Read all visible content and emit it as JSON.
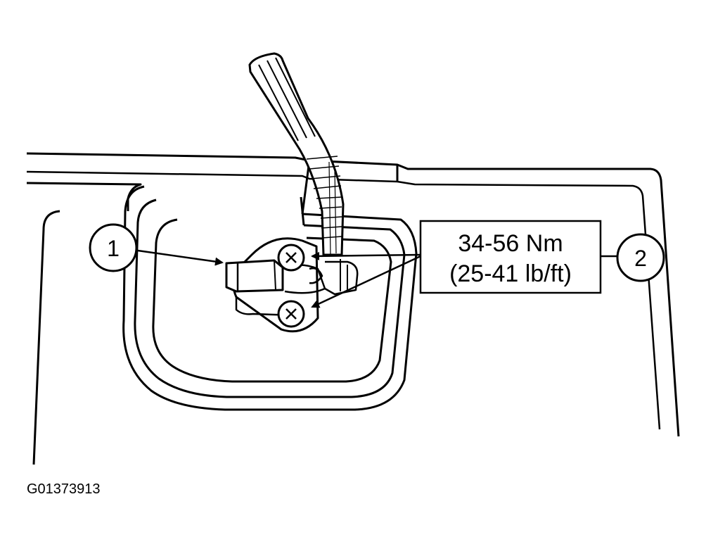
{
  "callouts": {
    "sensor": "1",
    "bolts": "2"
  },
  "torque_spec": {
    "metric": "34-56 Nm",
    "imperial": "(25-41 lb/ft)"
  },
  "figure_id": "G01373913",
  "colors": {
    "ink": "#000000",
    "paper": "#ffffff"
  }
}
